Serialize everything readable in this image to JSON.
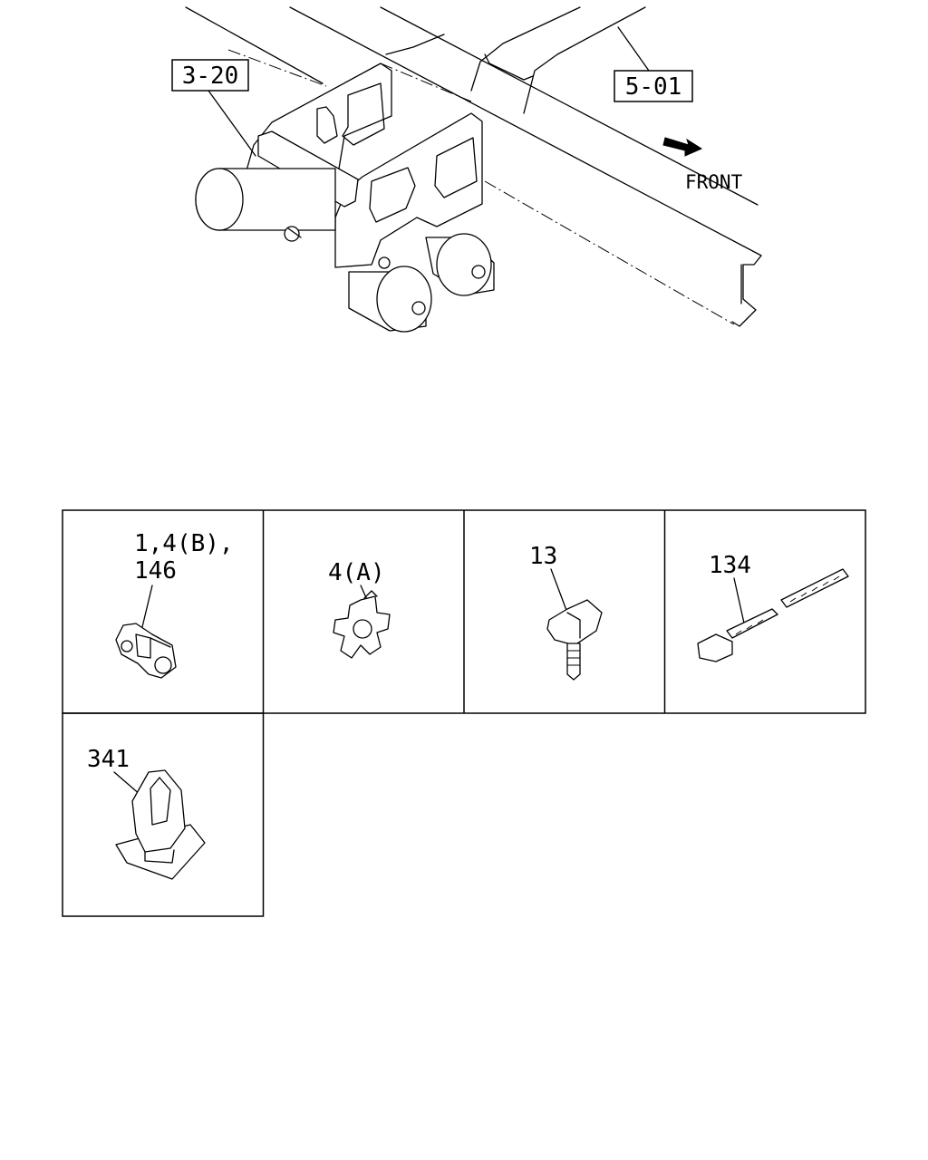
{
  "callouts": {
    "ref_a": "3-20",
    "ref_b": "5-01",
    "direction": "FRONT"
  },
  "parts": [
    {
      "label_line1": "1,4(B),",
      "label_line2": "146"
    },
    {
      "label_line1": "4(A)"
    },
    {
      "label_line1": "13"
    },
    {
      "label_line1": "134"
    },
    {
      "label_line1": "341"
    }
  ]
}
